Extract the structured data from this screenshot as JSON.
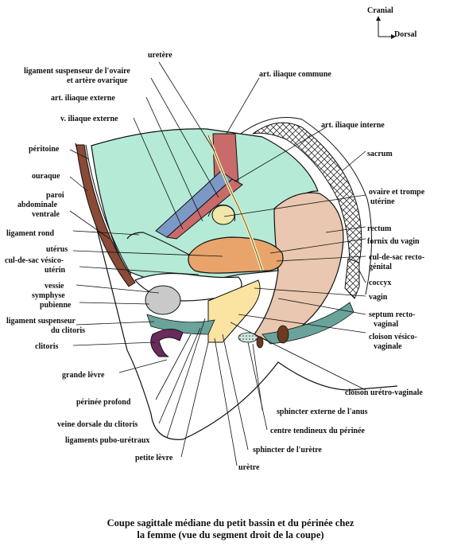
{
  "orientation": {
    "cranial": "Cranial",
    "dorsal": "Dorsal"
  },
  "labels": {
    "uretere": "uretère",
    "ligament_suspenseur_ovaire_1": "ligament suspenseur de l'ovaire",
    "ligament_suspenseur_ovaire_2": "et artère ovarique",
    "art_iliaque_commune": "art. iliaque commune",
    "art_iliaque_externe": "art. iliaque externe",
    "v_iliaque_externe": "v. iliaque externe",
    "art_iliaque_interne": "art. iliaque interne",
    "peritoine": "péritoine",
    "sacrum": "sacrum",
    "ouraque": "ouraque",
    "paroi_1": "paroi",
    "paroi_2": "abdominale",
    "paroi_3": "ventrale",
    "ovaire_1": "ovaire et trompe",
    "ovaire_2": "utérine",
    "ligament_rond": "ligament rond",
    "rectum": "rectum",
    "fornix": "fornix du vagin",
    "uterus": "utérus",
    "cul_de_sac_vesico_1": "cul-de-sac vésico-",
    "cul_de_sac_vesico_2": "utérin",
    "cul_de_sac_recto_1": "cul-de-sac recto-",
    "cul_de_sac_recto_2": "génital",
    "vessie": "vessie",
    "coccyx": "coccyx",
    "symphyse_1": "symphyse",
    "symphyse_2": "pubienne",
    "vagin": "vagin",
    "septum_1": "septum recto-",
    "septum_2": "vaginal",
    "lig_susp_clitoris_1": "ligament suspenseur",
    "lig_susp_clitoris_2": "du clitoris",
    "cloison_vesico_1": "cloison vésico-",
    "cloison_vesico_2": "vaginale",
    "clitoris": "clitoris",
    "grande_levre": "grande lèvre",
    "cloison_uretro": "cloison urétro-vaginale",
    "perinee_profond": "périnée profond",
    "sphincter_anus": "sphincter externe de l'anus",
    "veine_dorsale": "veine dorsale du clitoris",
    "centre_tendineux": "centre tendineux du périnée",
    "ligaments_pubo": "ligaments pubo-urétraux",
    "sphincter_uretre": "sphincter de l'urètre",
    "petite_levre": "petite lèvre",
    "uretre": "urètre"
  },
  "caption": {
    "line1": "Coupe sagittale médiane du petit bassin et du périnée chez",
    "line2": "la femme (vue du segment droit de la coupe)"
  },
  "colors": {
    "peritoneal_cavity": "#b5ead6",
    "uterus": "#e8a46b",
    "rectum": "#e9c7b0",
    "bladder": "#ffffff",
    "vagina": "#fbe3a2",
    "ureter": "#f2e6a8",
    "artery": "#c96b6b",
    "vein": "#7c98c4",
    "clitoris": "#6a2a5c",
    "abdominal_wall": "#8a4a36",
    "symphysis": "#c9c9c9",
    "teal_fascia": "#6aa39a",
    "outline": "#111111"
  }
}
